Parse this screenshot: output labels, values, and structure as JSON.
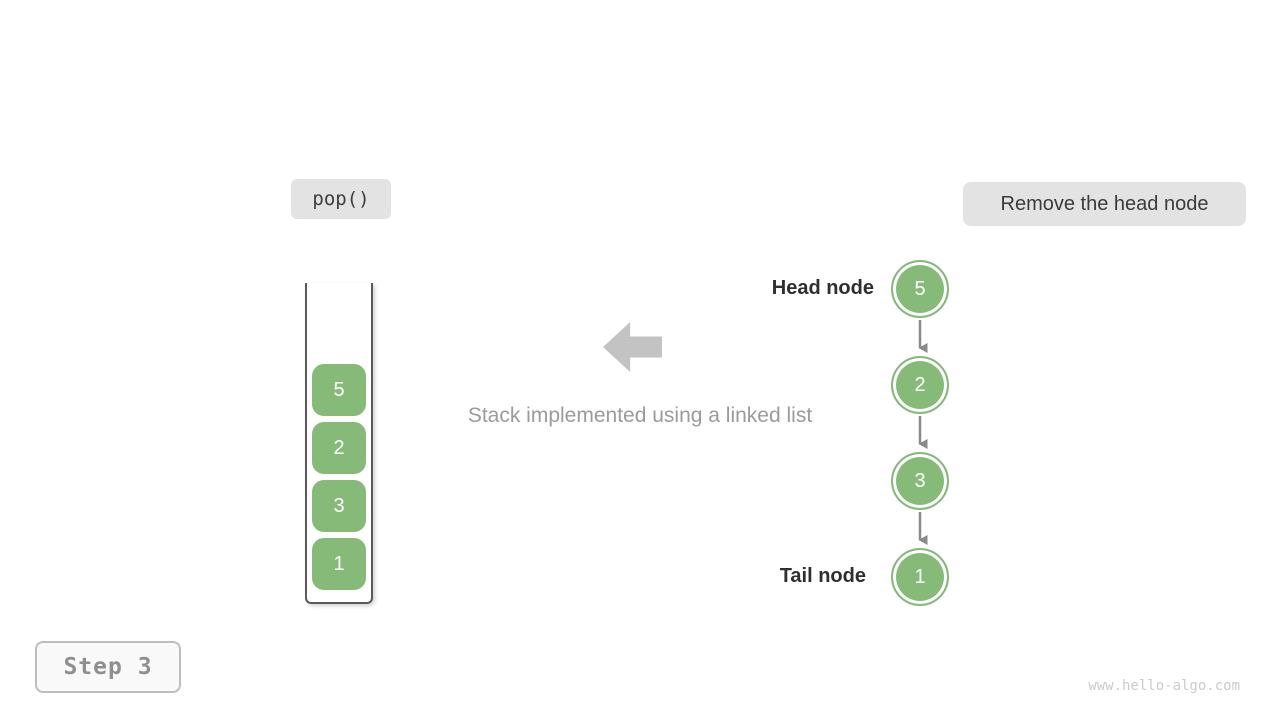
{
  "labels": {
    "operation": "pop()",
    "description": "Remove the head node",
    "caption": "Stack implemented using a linked list",
    "head_node": "Head node",
    "tail_node": "Tail node",
    "step": "Step 3",
    "watermark": "www.hello-algo.com"
  },
  "stack": {
    "items": [
      "5",
      "2",
      "3",
      "1"
    ]
  },
  "linked_list": {
    "nodes": [
      "5",
      "2",
      "3",
      "1"
    ]
  },
  "colors": {
    "node_green": "#86ba79",
    "badge_gray": "#e3e3e3",
    "connector_gray": "#8a8a8a",
    "big_arrow_gray": "#c3c3c3",
    "container_border": "#5a5a5a"
  }
}
